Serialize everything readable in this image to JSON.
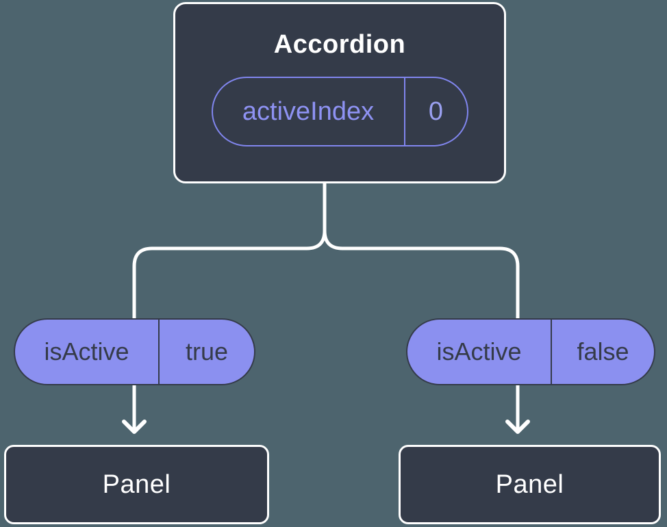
{
  "colors": {
    "bg": "#4d646e",
    "node": "#343b49",
    "purple": "#8b90f0",
    "accent": "#8186ef",
    "accentText": "#8e92f3",
    "valueText": "#9aa0f0",
    "line": "#ffffff",
    "textLight": "#ffffff",
    "textDark": "#353b49"
  },
  "root": {
    "title": "Accordion",
    "prop_name": "activeIndex",
    "prop_value": "0"
  },
  "branches": [
    {
      "prop_name": "isActive",
      "prop_value": "true",
      "node_label": "Panel"
    },
    {
      "prop_name": "isActive",
      "prop_value": "false",
      "node_label": "Panel"
    }
  ]
}
